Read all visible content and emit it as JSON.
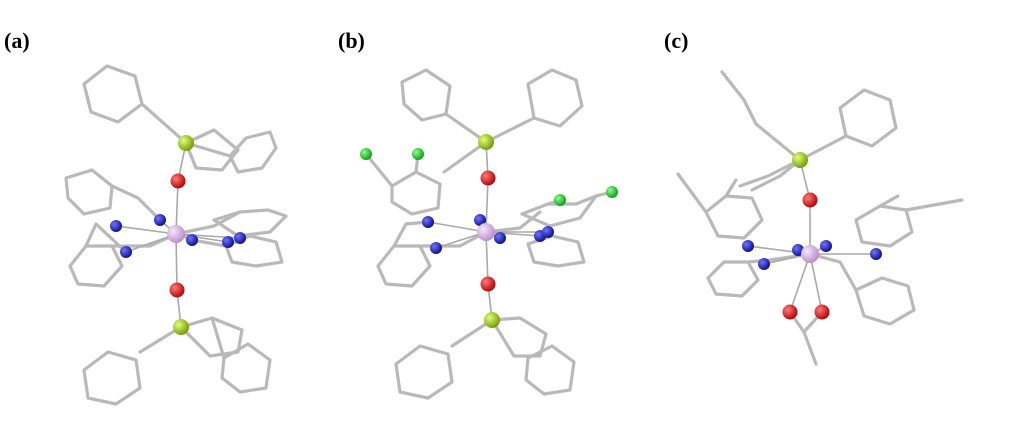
{
  "panels": [
    {
      "label": "(a)"
    },
    {
      "label": "(b)"
    },
    {
      "label": "(c)"
    }
  ],
  "colors": {
    "bond": "#b9b9b9",
    "metal_center": "#d9a8e6",
    "oxygen": "#e80000",
    "nitrogen": "#1418c8",
    "phosphorus": "#9acd12",
    "chlorine": "#18d020"
  }
}
